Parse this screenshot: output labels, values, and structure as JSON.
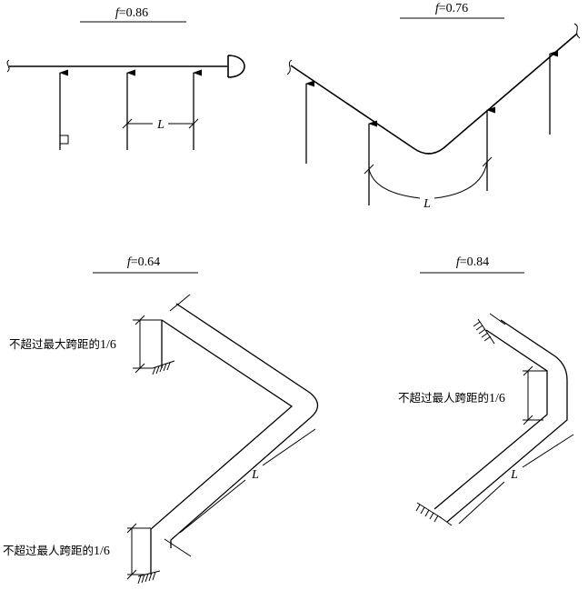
{
  "diagrams": [
    {
      "f_label": "f",
      "f_value": "=0.86",
      "span_label": "L"
    },
    {
      "f_label": "f",
      "f_value": "=0.76",
      "span_label": "L"
    },
    {
      "f_label": "f",
      "f_value": "=0.64",
      "span_label": "L",
      "note_top": "不超过最大跨距的",
      "note_top_frac": "1/6",
      "note_bottom": "不超过最人跨距的",
      "note_bottom_frac": "1/6"
    },
    {
      "f_label": "f",
      "f_value": "=0.84",
      "span_label": "L",
      "note": "不超过最人跨距的",
      "note_frac": "1/6"
    }
  ]
}
